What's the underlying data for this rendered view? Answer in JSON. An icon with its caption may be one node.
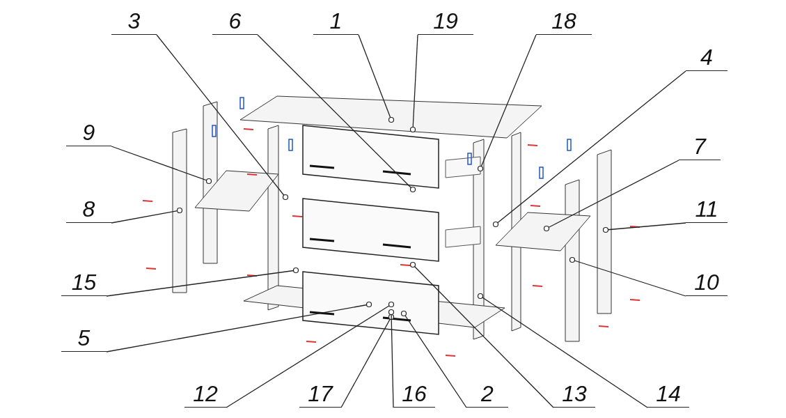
{
  "diagram": {
    "nodes": [
      {
        "text": [
          "3"
        ]
      },
      {
        "text": [
          "6"
        ]
      },
      {
        "text": [
          "1"
        ]
      },
      {
        "text": [
          "19"
        ]
      },
      {
        "text": [
          "18"
        ]
      },
      {
        "text": [
          "4"
        ]
      },
      {
        "text": [
          "9"
        ]
      },
      {
        "text": [
          "7"
        ]
      },
      {
        "text": [
          "8"
        ]
      },
      {
        "text": [
          "11"
        ]
      },
      {
        "text": [
          "15"
        ]
      },
      {
        "text": [
          "10"
        ]
      },
      {
        "text": [
          "5"
        ]
      },
      {
        "text": [
          "12"
        ]
      },
      {
        "text": [
          "17"
        ]
      },
      {
        "text": [
          "16"
        ]
      },
      {
        "text": [
          "2"
        ]
      },
      {
        "text": [
          "13"
        ]
      },
      {
        "text": [
          "14"
        ]
      }
    ],
    "edges": [
      {
        "from": 0,
        "to": null,
        "arrow": "other"
      },
      {
        "from": 1,
        "to": null,
        "arrow": "other"
      },
      {
        "from": 2,
        "to": null,
        "arrow": "other"
      },
      {
        "from": 3,
        "to": null,
        "arrow": "other"
      },
      {
        "from": 4,
        "to": null,
        "arrow": "other"
      },
      {
        "from": 5,
        "to": null,
        "arrow": "other"
      },
      {
        "from": 6,
        "to": null,
        "arrow": "other"
      },
      {
        "from": 7,
        "to": null,
        "arrow": "other"
      },
      {
        "from": 8,
        "to": null,
        "arrow": "other"
      },
      {
        "from": 9,
        "to": null,
        "arrow": "other"
      },
      {
        "from": 10,
        "to": null,
        "arrow": "other"
      },
      {
        "from": 11,
        "to": null,
        "arrow": "other"
      },
      {
        "from": 12,
        "to": null,
        "arrow": "other"
      },
      {
        "from": 13,
        "to": null,
        "arrow": "other"
      },
      {
        "from": 14,
        "to": null,
        "arrow": "other"
      },
      {
        "from": 15,
        "to": null,
        "arrow": "other"
      },
      {
        "from": 16,
        "to": null,
        "arrow": "other"
      },
      {
        "from": 17,
        "to": null,
        "arrow": "other"
      },
      {
        "from": 18,
        "to": null,
        "arrow": "other"
      }
    ]
  }
}
